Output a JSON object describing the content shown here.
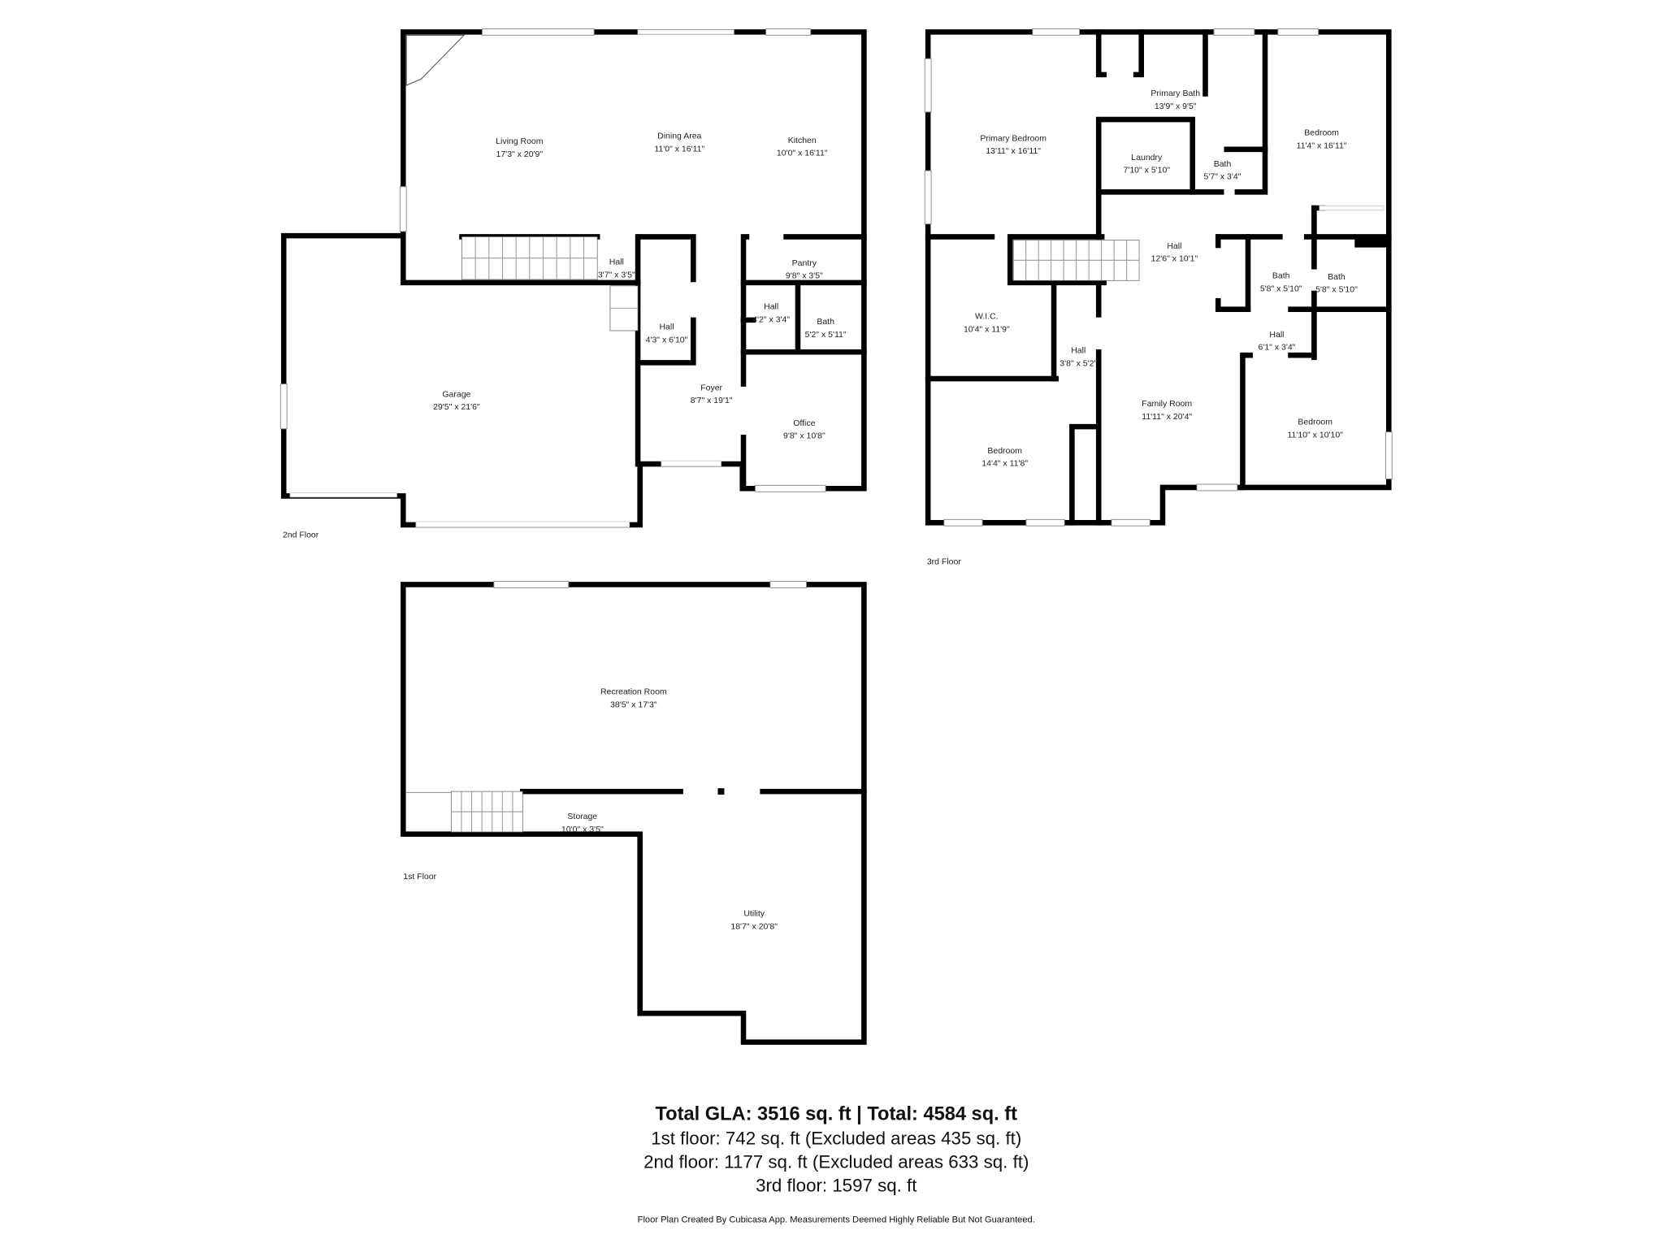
{
  "floors": {
    "second": {
      "label": "2nd Floor",
      "rooms": [
        {
          "name": "Living Room",
          "dims": "17'3\" x 20'9\""
        },
        {
          "name": "Dining Area",
          "dims": "11'0\" x 16'11\""
        },
        {
          "name": "Kitchen",
          "dims": "10'0\" x 16'11\""
        },
        {
          "name": "Hall",
          "dims": "3'7\" x 3'5\""
        },
        {
          "name": "Pantry",
          "dims": "9'8\" x 3'5\""
        },
        {
          "name": "Hall",
          "dims": "4'3\" x 6'10\""
        },
        {
          "name": "Hall",
          "dims": "4'2\" x 3'4\""
        },
        {
          "name": "Bath",
          "dims": "5'2\" x 5'11\""
        },
        {
          "name": "Garage",
          "dims": "29'5\" x 21'6\""
        },
        {
          "name": "Foyer",
          "dims": "8'7\" x 19'1\""
        },
        {
          "name": "Office",
          "dims": "9'8\" x 10'8\""
        }
      ]
    },
    "third": {
      "label": "3rd Floor",
      "rooms": [
        {
          "name": "Primary Bedroom",
          "dims": "13'11\" x 16'11\""
        },
        {
          "name": "Primary Bath",
          "dims": "13'9\" x 9'5\""
        },
        {
          "name": "Laundry",
          "dims": "7'10\" x 5'10\""
        },
        {
          "name": "Bath",
          "dims": "5'7\" x 3'4\""
        },
        {
          "name": "Bedroom",
          "dims": "11'4\" x 16'11\""
        },
        {
          "name": "Hall",
          "dims": "12'6\" x 10'1\""
        },
        {
          "name": "W.I.C.",
          "dims": "10'4\" x 11'9\""
        },
        {
          "name": "Bath",
          "dims": "5'8\" x 5'10\""
        },
        {
          "name": "Bath",
          "dims": "5'8\" x 5'10\""
        },
        {
          "name": "Hall",
          "dims": "3'8\" x 5'2\""
        },
        {
          "name": "Hall",
          "dims": "6'1\" x 3'4\""
        },
        {
          "name": "Family Room",
          "dims": "11'11\" x 20'4\""
        },
        {
          "name": "Bedroom",
          "dims": "14'4\" x 11'8\""
        },
        {
          "name": "Bedroom",
          "dims": "11'10\" x 10'10\""
        }
      ]
    },
    "first": {
      "label": "1st Floor",
      "rooms": [
        {
          "name": "Recreation Room",
          "dims": "38'5\" x 17'3\""
        },
        {
          "name": "Storage",
          "dims": "10'0\" x 3'5\""
        },
        {
          "name": "Utility",
          "dims": "18'7\" x 20'8\""
        }
      ]
    }
  },
  "summary": {
    "total": "Total GLA: 3516 sq. ft | Total: 4584 sq. ft",
    "first": "1st floor: 742 sq. ft (Excluded areas 435 sq. ft)",
    "second": "2nd floor: 1177 sq. ft (Excluded areas 633 sq. ft)",
    "third": "3rd floor: 1597 sq. ft",
    "disclaimer": "Floor Plan Created By Cubicasa App. Measurements Deemed Highly Reliable But Not Guaranteed."
  }
}
